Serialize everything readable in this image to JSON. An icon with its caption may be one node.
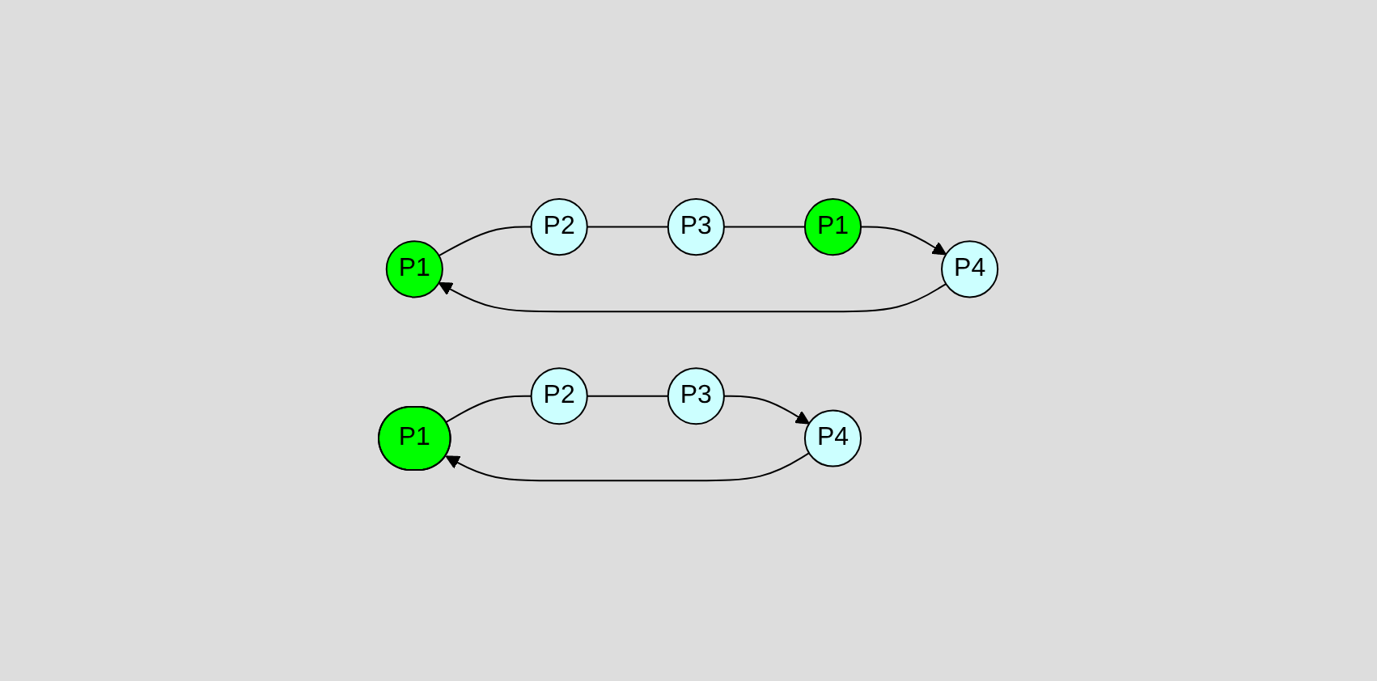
{
  "diagram": {
    "nodes": [
      {
        "text": [
          "P1"
        ]
      },
      {
        "text": [
          "P2"
        ]
      },
      {
        "text": [
          "P3"
        ]
      },
      {
        "text": [
          "P1"
        ]
      },
      {
        "text": [
          "P4"
        ]
      },
      {
        "text": [
          "P1"
        ]
      },
      {
        "text": [
          "P2"
        ]
      },
      {
        "text": [
          "P3"
        ]
      },
      {
        "text": [
          "P4"
        ]
      }
    ],
    "edges": [
      {
        "from": 0,
        "to": 1,
        "arrow": "none"
      },
      {
        "from": 1,
        "to": 2,
        "arrow": "none"
      },
      {
        "from": 2,
        "to": 3,
        "arrow": "none"
      },
      {
        "from": 3,
        "to": 4,
        "arrow": "to"
      },
      {
        "from": 4,
        "to": 0,
        "arrow": "to"
      },
      {
        "from": 5,
        "to": 6,
        "arrow": "none"
      },
      {
        "from": 6,
        "to": 7,
        "arrow": "none"
      },
      {
        "from": 7,
        "to": 8,
        "arrow": "to"
      },
      {
        "from": 8,
        "to": 5,
        "arrow": "to"
      }
    ]
  }
}
